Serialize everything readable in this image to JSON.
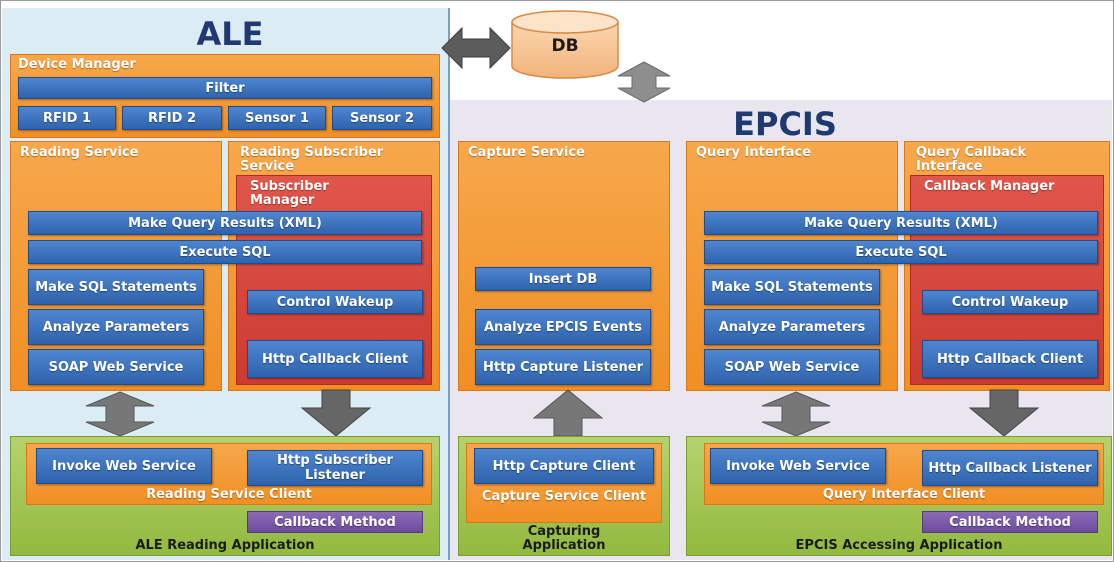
{
  "ale": {
    "title": "ALE",
    "device_manager": {
      "label": "Device Manager",
      "filter": "Filter",
      "devices": [
        "RFID 1",
        "RFID 2",
        "Sensor 1",
        "Sensor 2"
      ]
    },
    "reading_service": "Reading Service",
    "reading_subscriber_service": "Reading Subscriber Service",
    "subscriber_manager": "Subscriber Manager",
    "make_query_results": "Make Query Results (XML)",
    "execute_sql": "Execute SQL",
    "make_sql": "Make SQL Statements",
    "analyze_parameters": "Analyze Parameters",
    "soap_web_service": "SOAP Web Service",
    "control_wakeup": "Control Wakeup",
    "http_callback_client": "Http Callback Client",
    "app": {
      "invoke_web_service": "Invoke Web Service",
      "http_subscriber_listener": "Http Subscriber Listener",
      "client": "Reading Service Client",
      "callback_method": "Callback Method",
      "name": "ALE Reading Application"
    }
  },
  "db": {
    "label": "DB"
  },
  "epcis": {
    "title": "EPCIS",
    "capture_service": "Capture  Service",
    "insert_db": "Insert DB",
    "analyze_epcis_events": "Analyze EPCIS Events",
    "http_capture_listener": "Http Capture Listener",
    "query_interface": "Query  Interface",
    "query_callback_interface": "Query Callback Interface",
    "callback_manager": "Callback Manager",
    "make_query_results": "Make Query Results (XML)",
    "execute_sql": "Execute SQL",
    "make_sql": "Make SQL Statements",
    "analyze_parameters": "Analyze Parameters",
    "soap_web_service": "SOAP Web Service",
    "control_wakeup": "Control Wakeup",
    "http_callback_client": "Http Callback Client",
    "capture_app": {
      "http_capture_client": "Http Capture Client",
      "client": "Capture Service Client",
      "name": "Capturing Application"
    },
    "access_app": {
      "invoke_web_service": "Invoke Web Service",
      "http_callback_listener": "Http Callback Listener",
      "client": "Query Interface Client",
      "callback_method": "Callback Method",
      "name": "EPCIS Accessing Application"
    }
  },
  "colors": {
    "service_box": "#f29a33",
    "manager_box": "#d34a40",
    "component_box": "#3a6fba",
    "application_box": "#a5c55a",
    "callback_box": "#7a5aa8",
    "ale_background": "#dcecf5",
    "epcis_background": "#e9e6f0"
  }
}
